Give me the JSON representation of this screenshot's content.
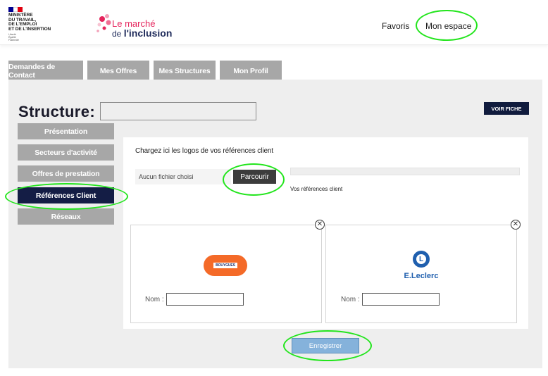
{
  "header": {
    "gov_lines": "MINISTÈRE\nDU TRAVAIL,\nDE L'EMPLOI\nET DE L'INSERTION",
    "gov_motto": "Liberté\nÉgalité\nFraternité",
    "brand_line1": "Le marché",
    "brand_prefix": "de",
    "brand_emph": "l'inclusion",
    "nav": {
      "favoris": "Favoris",
      "mon_espace": "Mon espace"
    }
  },
  "tabs": [
    {
      "label": "Demandes de Contact"
    },
    {
      "label": "Mes Offres"
    },
    {
      "label": "Mes Structures"
    },
    {
      "label": "Mon Profil"
    }
  ],
  "structure": {
    "label": "Structure:",
    "name_value": "",
    "voir_fiche": "VOIR FICHE"
  },
  "side_menu": [
    {
      "label": "Présentation"
    },
    {
      "label": "Secteurs d'activité"
    },
    {
      "label": "Offres de prestation"
    },
    {
      "label": "Références Client",
      "active": true
    },
    {
      "label": "Réseaux"
    }
  ],
  "upload": {
    "title": "Chargez ici les logos de vos références client",
    "file_status": "Aucun fichier choisi",
    "browse": "Parcourir",
    "refs_label": "Vos références client"
  },
  "references": [
    {
      "logo_text": "BOUYGUES",
      "nom_label": "Nom :",
      "nom_value": ""
    },
    {
      "logo_text": "E.Leclerc",
      "nom_label": "Nom :",
      "nom_value": ""
    }
  ],
  "save": "Enregistrer",
  "icons": {
    "close": "close-circle-icon"
  },
  "colors": {
    "brand_pink": "#e5245c",
    "brand_navy": "#1e2a5a",
    "tab_grey": "#a7a7a7",
    "active_navy": "#141d45",
    "save_blue": "#85b2db",
    "highlight_green": "#22e51c"
  }
}
